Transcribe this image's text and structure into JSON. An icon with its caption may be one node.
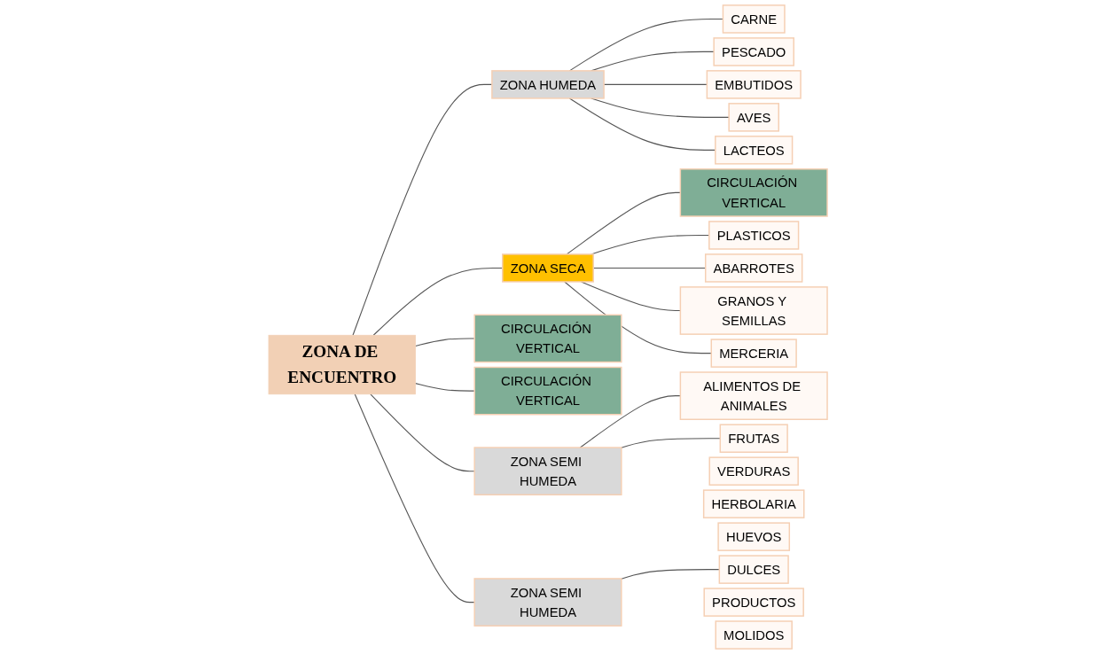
{
  "diagram": {
    "nodes": [
      {
        "text": [
          "ZONA DE ENCUENTRO"
        ]
      },
      {
        "text": [
          "ZONA HUMEDA"
        ]
      },
      {
        "text": [
          "CARNE"
        ]
      },
      {
        "text": [
          "PESCADO"
        ]
      },
      {
        "text": [
          "EMBUTIDOS"
        ]
      },
      {
        "text": [
          "AVES"
        ]
      },
      {
        "text": [
          "LACTEOS"
        ]
      },
      {
        "text": [
          "CIRCULACIÓN VERTICAL"
        ]
      },
      {
        "text": [
          "ZONA SECA"
        ]
      },
      {
        "text": [
          "PLASTICOS"
        ]
      },
      {
        "text": [
          "ABARROTES"
        ]
      },
      {
        "text": [
          "GRANOS Y SEMILLAS"
        ]
      },
      {
        "text": [
          "MERCERIA"
        ]
      },
      {
        "text": [
          "CIRCULACIÓN VERTICAL"
        ]
      },
      {
        "text": [
          "CIRCULACIÓN VERTICAL"
        ]
      },
      {
        "text": [
          "ALIMENTOS DE ANIMALES"
        ]
      },
      {
        "text": [
          "FRUTAS"
        ]
      },
      {
        "text": [
          "ZONA SEMI HUMEDA"
        ]
      },
      {
        "text": [
          "VERDURAS"
        ]
      },
      {
        "text": [
          "HERBOLARIA"
        ]
      },
      {
        "text": [
          "HUEVOS"
        ]
      },
      {
        "text": [
          "ZONA SEMI HUMEDA"
        ]
      },
      {
        "text": [
          "DULCES"
        ]
      },
      {
        "text": [
          "PRODUCTOS"
        ]
      },
      {
        "text": [
          "MOLIDOS"
        ]
      }
    ],
    "edges": [
      {
        "from": 1,
        "to": 2,
        "arrow": "none"
      },
      {
        "from": 1,
        "to": 3,
        "arrow": "none"
      },
      {
        "from": 1,
        "to": 4,
        "arrow": "none"
      },
      {
        "from": 1,
        "to": 5,
        "arrow": "none"
      },
      {
        "from": 1,
        "to": 6,
        "arrow": "none"
      },
      {
        "from": 0,
        "to": 1,
        "arrow": "none"
      },
      {
        "from": 8,
        "to": 7,
        "arrow": "none"
      },
      {
        "from": 0,
        "to": 8,
        "arrow": "none"
      },
      {
        "from": 8,
        "to": 9,
        "arrow": "none"
      },
      {
        "from": 8,
        "to": 10,
        "arrow": "none"
      },
      {
        "from": 8,
        "to": 11,
        "arrow": "none"
      },
      {
        "from": 8,
        "to": 12,
        "arrow": "none"
      },
      {
        "from": 0,
        "to": 13,
        "arrow": "none"
      },
      {
        "from": 0,
        "to": 14,
        "arrow": "none"
      },
      {
        "from": 0,
        "to": 17,
        "arrow": "none"
      },
      {
        "from": 17,
        "to": 15,
        "arrow": "none"
      },
      {
        "from": 17,
        "to": 16,
        "arrow": "none"
      },
      {
        "from": 0,
        "to": 21,
        "arrow": "none"
      },
      {
        "from": 21,
        "to": 22,
        "arrow": "none"
      }
    ]
  }
}
